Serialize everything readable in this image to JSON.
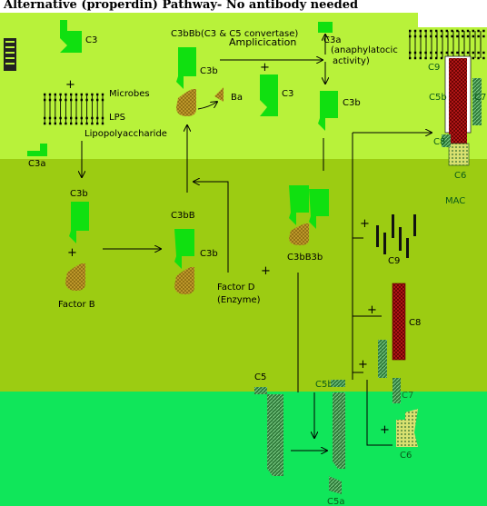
{
  "title": "Alternative (properdin) Pathway- No antibody needed",
  "colors": {
    "band_top": "#b8f23a",
    "band_middle": "#9ccc12",
    "band_bottom": "#10e65a",
    "c3_green": "#10e010",
    "dark_hatch": "#2f7a3a",
    "factor_b": "#c8a030",
    "c8_red": "#c21a1a"
  },
  "labels": {
    "c3_top": "C3",
    "plus_1": "+",
    "microbes": "Microbes",
    "lps": "LPS",
    "lipopoly": "Lipopolyaccharide",
    "c3a_left": "C3a",
    "c3b_left": "C3b",
    "plus_2": "+",
    "factor_b": "Factor B",
    "c3bbb_top": "C3bBb(C3 & C5 convertase)",
    "amplification": "Amplicication",
    "c3b_mid_top": "C3b",
    "ba": "Ba",
    "plus_3": "+",
    "c3_mid": "C3",
    "c3a_right": "C3a",
    "anaphyl_1": "(anaphylatocic",
    "anaphyl_2": "activity)",
    "c3b_right": "C3b",
    "c3bb": "C3bB",
    "c3b_mid": "C3b",
    "plus_4": "+",
    "factor_d_1": "Factor D",
    "factor_d_2": "(Enzyme)",
    "c3bb3b": "C3bB3b",
    "plus_c9": "+",
    "c9": "C9",
    "plus_c8": "+",
    "c8": "C8",
    "plus_c7": "+",
    "c7": "C7",
    "c5": "C5",
    "c5b": "C5b",
    "plus_c6": "+",
    "c6": "C6",
    "c5a": "C5a",
    "mac_c9": "C9",
    "mac_c7": "C7",
    "mac_c5b": "C5b",
    "mac_c8": "C8",
    "mac_c6": "C6",
    "mac": "MAC"
  }
}
